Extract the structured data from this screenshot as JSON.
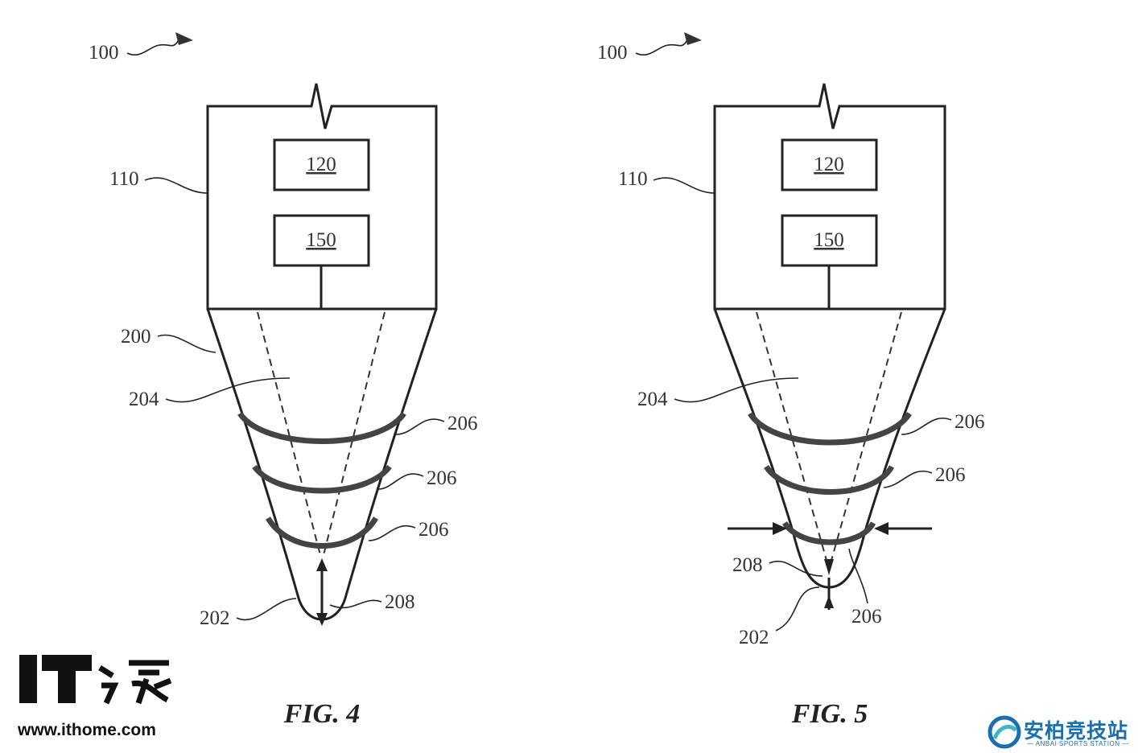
{
  "fig4": {
    "caption": "FIG. 4",
    "labels": {
      "system": "100",
      "housing": "110",
      "box_top": "120",
      "box_bottom": "150",
      "tip_body": "200",
      "interior": "204",
      "ring_a": "206",
      "ring_b": "206",
      "ring_c": "206",
      "apex": "202",
      "travel": "208"
    }
  },
  "fig5": {
    "caption": "FIG. 5",
    "labels": {
      "system": "100",
      "housing": "110",
      "box_top": "120",
      "box_bottom": "150",
      "interior": "204",
      "ring_a": "206",
      "ring_b": "206",
      "ring_c": "206",
      "travel": "208",
      "apex": "202"
    }
  },
  "watermark_left": {
    "brand": "IT之家",
    "url": "www.ithome.com"
  },
  "watermark_right": {
    "name": "安柏竞技站",
    "sub": "— ANBAI SPORTS STATION —"
  }
}
